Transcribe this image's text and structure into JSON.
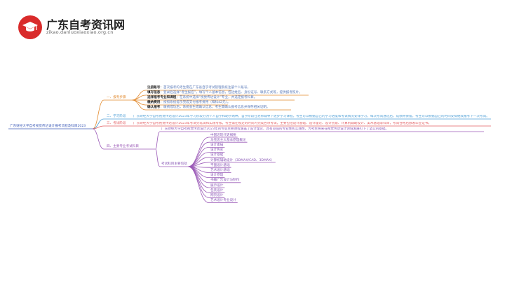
{
  "site": {
    "name": "广东自考资讯网",
    "url": "zikao.danluoxiaoxiao.org.cn",
    "logo_icon": "graduation-cap-icon",
    "brand_color": "#d92b2b"
  },
  "mindmap": {
    "root": "广东财经大学自考视觉传达设计报考流程及科目2023",
    "colors": {
      "branch1": "#e28a2e",
      "branch2": "#4f9fd6",
      "branch3": "#e25f63",
      "branch4": "#9b5ab7"
    },
    "branch1": {
      "label": "一、报考步骤",
      "items": [
        {
          "label": "注册账号",
          "text": "首次报考的考生需在广东省自学考试管理系统注册个人账号。"
        },
        {
          "label": "填写信息",
          "text": "登录后选择“考生报名”，填写个人基本信息，包括姓名、身份证号、联系方式等，提供报考照片。"
        },
        {
          "label": "选择报考专业和课程",
          "text": "在系统中选择“视觉传达设计”专业，并选定报考科目。"
        },
        {
          "label": "缴纳费用",
          "text": "按照系统提示完成支付报考费用（每科42元）。"
        },
        {
          "label": "确认报考",
          "text": "缴费成功后，系统会生成确认信息，考生需确认报考信息并保存相关证明。"
        }
      ]
    },
    "branch2": {
      "label": "二、学习阶段",
      "text": "广东财经大学自考视觉传达设计2023年学习阶段分为个人自学和助学两种，自学阶段在老师辅导下逐步学习课程，考生可以根据自己的学习进度和考试情况安排学习，每次考试通过后，成绩将保留，考生可以根据自己的时间安排继续报考下一次考试。"
    },
    "branch3": {
      "label": "三、考试阶段",
      "text": "广东财经大学自考视觉传达设计2023年考试分笔试和实践考核，考生需在规定的时间内完成各项考试，主要包括设计基础、设计理论、设计创意、计算机辅助设计、美术基础等科目，考试合格后颁发毕业证书。"
    },
    "branch4": {
      "label": "四、主要专业考试科目",
      "intro": "广东财经大学自考视觉传达设计2023年的专业主要课程涵盖了设计理论、具有较强的专业性和实践性，为考生将来在视觉传达设计领域发展打下了坚实的基础。",
      "sub_label": "考试科目主要包括",
      "subjects": [
        "中国近现代史纲要",
        "马克思主义基本原理概论",
        "设计素描",
        "设计色彩",
        "设计基础",
        "计算机辅助设计（3DMAX/CAD、3DMAX）",
        "平面设计基础",
        "艺术设计基础",
        "设计原理",
        "书籍广告设计与制作",
        "展示设计",
        "包装设计",
        "网页设计",
        "艺术设计专业设计"
      ]
    }
  }
}
